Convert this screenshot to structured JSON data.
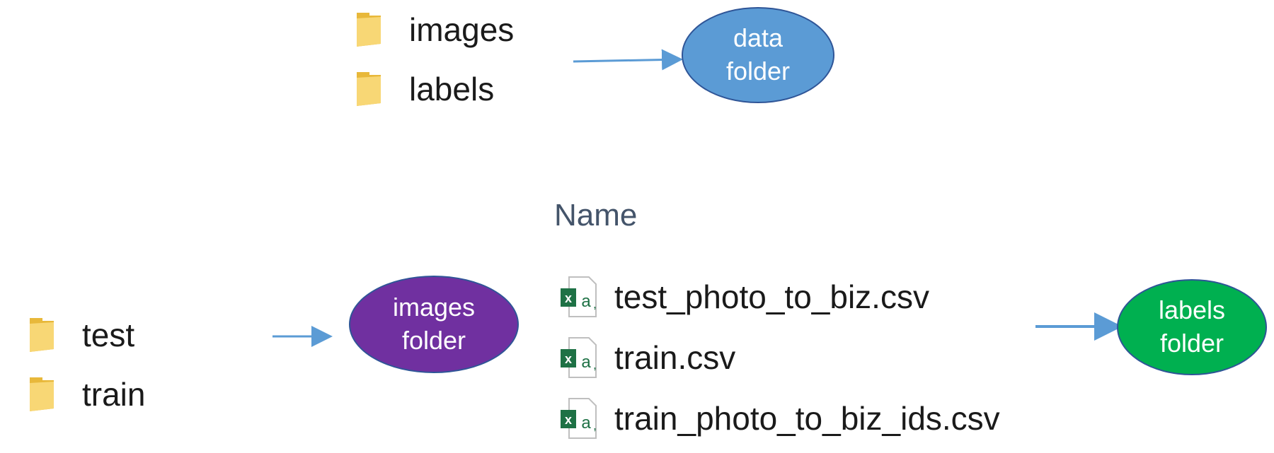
{
  "top": {
    "folders": [
      {
        "name": "images",
        "icon": "folder-icon"
      },
      {
        "name": "labels",
        "icon": "folder-icon"
      }
    ],
    "callout": {
      "line1": "data",
      "line2": "folder",
      "color": "#5b9bd5"
    }
  },
  "left": {
    "folders": [
      {
        "name": "test",
        "icon": "folder-icon"
      },
      {
        "name": "train",
        "icon": "folder-icon"
      }
    ],
    "callout": {
      "line1": "images",
      "line2": "folder",
      "color": "#7030a0"
    }
  },
  "right": {
    "column_header": "Name",
    "files": [
      {
        "name": "test_photo_to_biz.csv",
        "icon": "excel-csv-icon"
      },
      {
        "name": "train.csv",
        "icon": "excel-csv-icon"
      },
      {
        "name": "train_photo_to_biz_ids.csv",
        "icon": "excel-csv-icon"
      }
    ],
    "callout": {
      "line1": "labels",
      "line2": "folder",
      "color": "#00b050"
    }
  },
  "colors": {
    "arrow": "#5b9bd5",
    "folder": "#f5c542",
    "excel_green": "#1e7145"
  }
}
